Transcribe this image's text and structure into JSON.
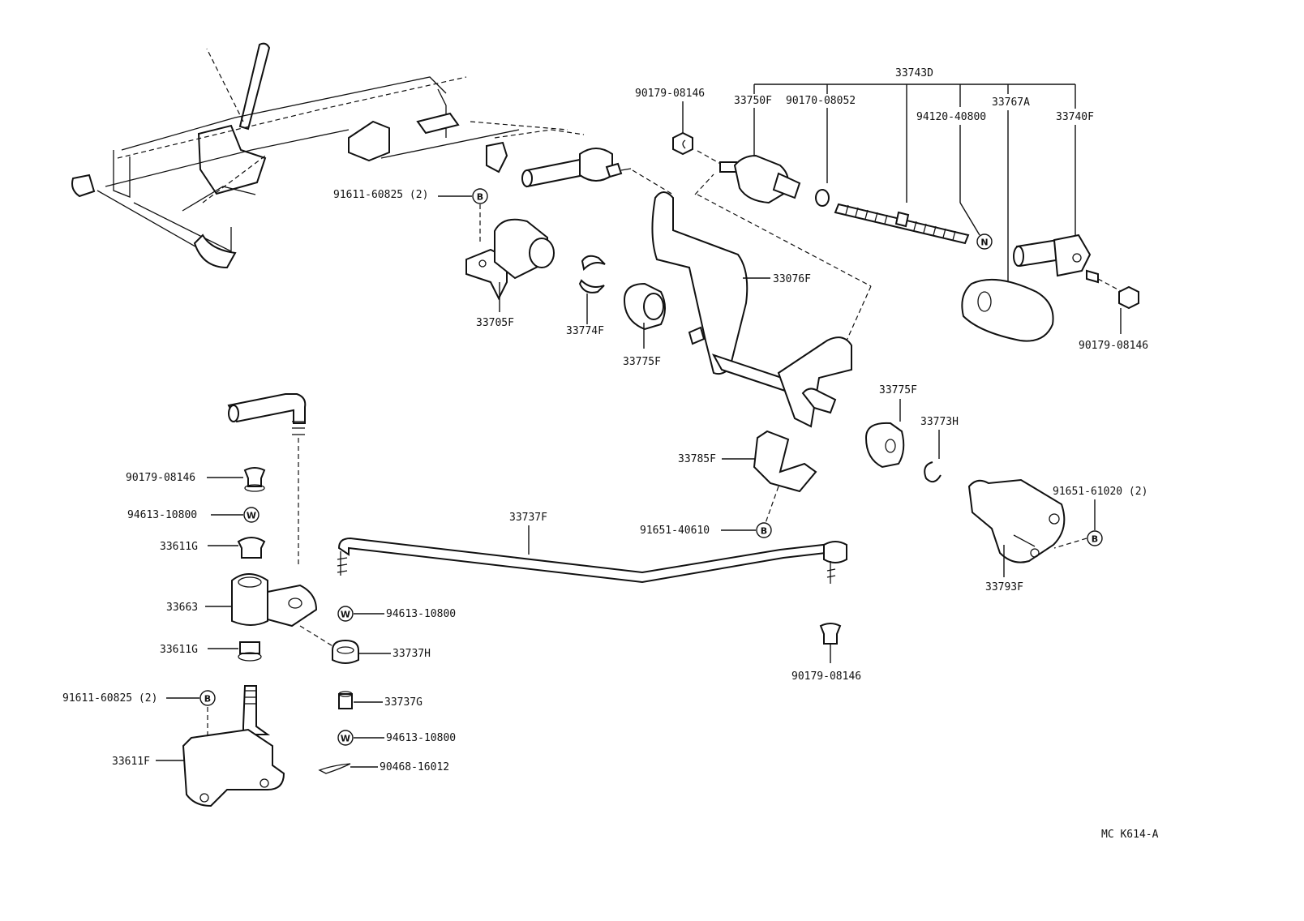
{
  "labels": {
    "p33743D": "33743D",
    "p90179_top": "90179-08146",
    "p33750F": "33750F",
    "p90170": "90170-08052",
    "p94120": "94120-40800",
    "p33767A": "33767A",
    "p33740F": "33740F",
    "p91611_top": "91611-60825 (2)",
    "p33076F": "33076F",
    "p33705F": "33705F",
    "p33774F": "33774F",
    "p33775F_a": "33775F",
    "p90179_right": "90179-08146",
    "p33775F_b": "33775F",
    "p33773H": "33773H",
    "p33785F": "33785F",
    "p91651_61020": "91651-61020 (2)",
    "p90179_left": "90179-08146",
    "p94613_a": "94613-10800",
    "p33611G_a": "33611G",
    "p33737F": "33737F",
    "p91651_40610": "91651-40610",
    "p33793F": "33793F",
    "p33663": "33663",
    "p94613_b": "94613-10800",
    "p33611G_b": "33611G",
    "p33737H": "33737H",
    "p90179_bottom": "90179-08146",
    "p91611_bottom": "91611-60825 (2)",
    "p33737G": "33737G",
    "p33611F": "33611F",
    "p94613_c": "94613-10800",
    "p90468": "90468-16012",
    "code": "MC K614-A"
  },
  "markers": {
    "b_top": "B",
    "n": "N",
    "b_mid": "B",
    "b_right": "B",
    "w1": "W",
    "w2": "W",
    "b_left": "B",
    "w3": "W"
  },
  "icons": [
    "shift-lever-linkage-assembly",
    "bracket-part",
    "bushing-part",
    "bolt-part",
    "nut-part",
    "rod-part",
    "washer-marker",
    "bolt-marker",
    "nut-marker"
  ]
}
